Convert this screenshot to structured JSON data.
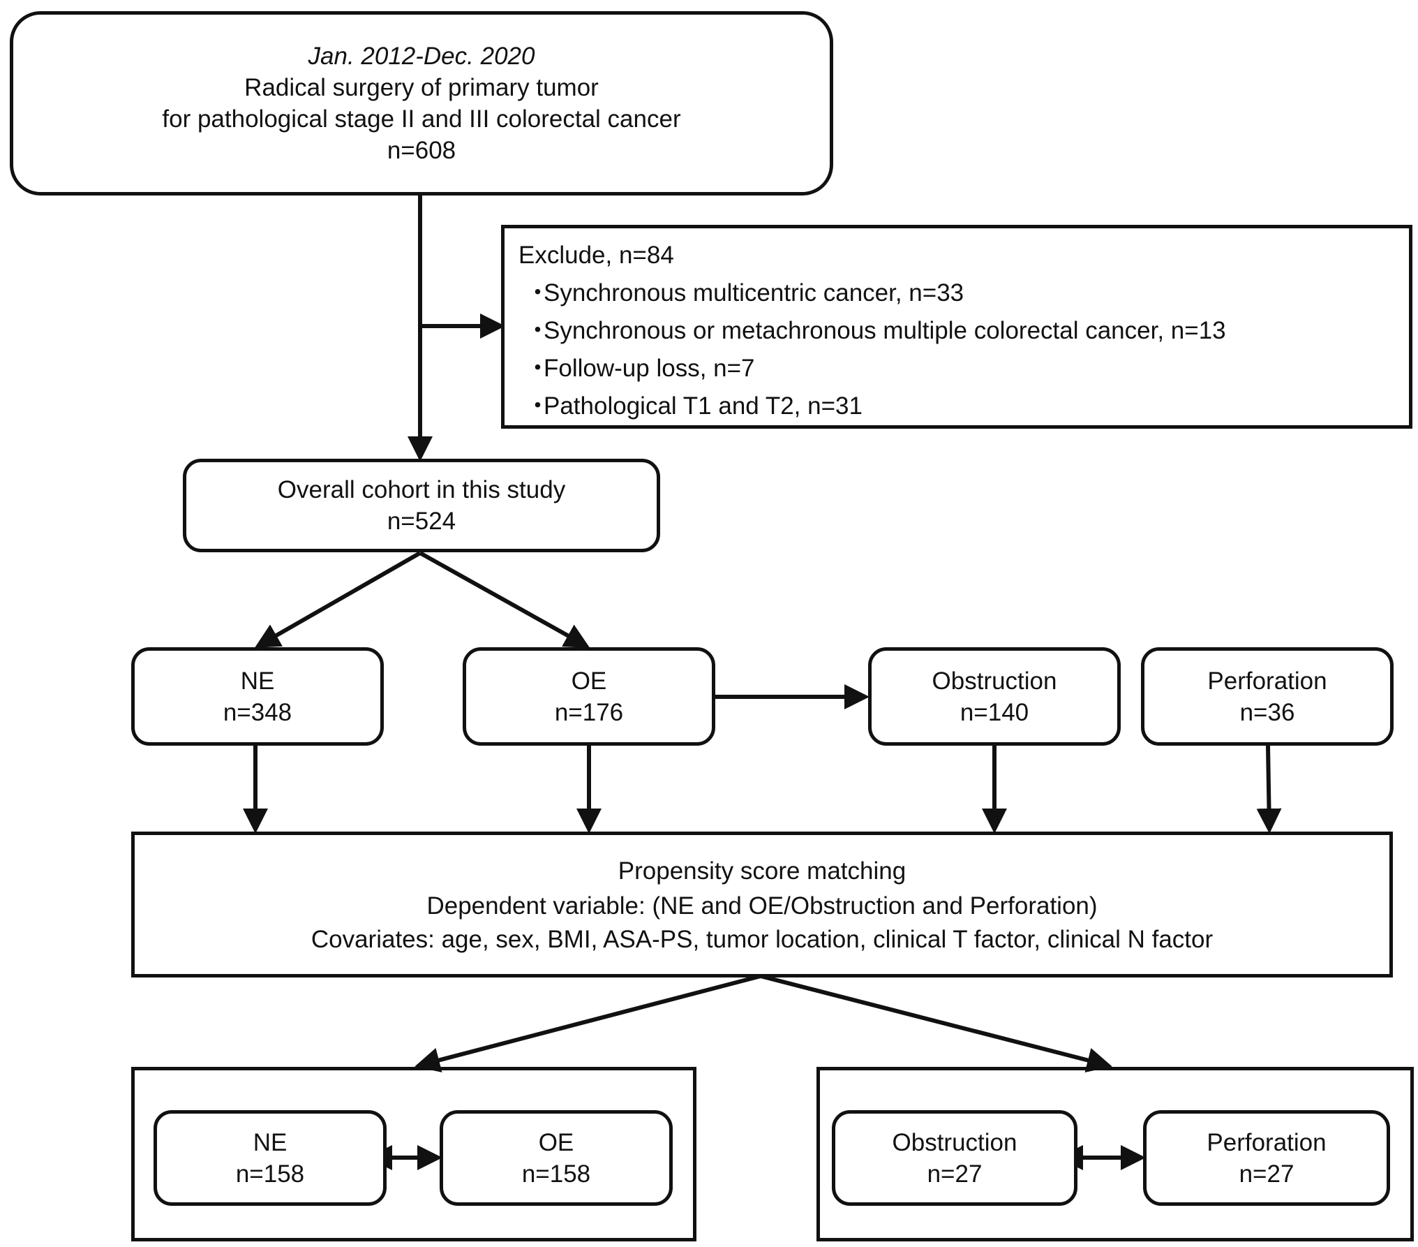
{
  "top": {
    "period": "Jan. 2012-Dec. 2020",
    "line1": "Radical surgery of primary tumor",
    "line2": "for pathological stage II and III colorectal cancer",
    "n": "n=608"
  },
  "exclude": {
    "header": "Exclude, n=84",
    "bullet": "・",
    "items": [
      "Synchronous multicentric cancer, n=33",
      "Synchronous or metachronous multiple colorectal cancer, n=13",
      "Follow-up loss, n=7",
      "Pathological T1 and T2, n=31"
    ]
  },
  "cohort": {
    "label": "Overall cohort in this study",
    "n": "n=524"
  },
  "groups": {
    "ne": {
      "label": "NE",
      "n": "n=348"
    },
    "oe": {
      "label": "OE",
      "n": "n=176"
    },
    "obstruction": {
      "label": "Obstruction",
      "n": "n=140"
    },
    "perforation": {
      "label": "Perforation",
      "n": "n=36"
    }
  },
  "psm": {
    "title": "Propensity score matching",
    "dependent": "Dependent variable: (NE and OE/Obstruction and Perforation)",
    "covariates": "Covariates: age, sex, BMI, ASA-PS, tumor location, clinical T factor, clinical N factor"
  },
  "matched": {
    "ne": {
      "label": "NE",
      "n": "n=158"
    },
    "oe": {
      "label": "OE",
      "n": "n=158"
    },
    "obstruction": {
      "label": "Obstruction",
      "n": "n=27"
    },
    "perforation": {
      "label": "Perforation",
      "n": "n=27"
    }
  }
}
